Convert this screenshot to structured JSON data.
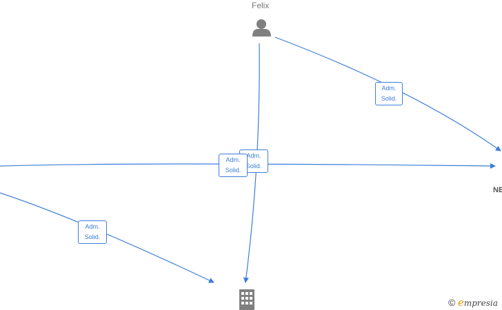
{
  "nodes": {
    "person_name": "Felix",
    "company_right_label": "NE"
  },
  "edges": {
    "a": {
      "line1": "Adm.",
      "line2": "Solid."
    },
    "b": {
      "line1": "Adm.",
      "line2": "Solid."
    },
    "c": {
      "line1": "Adm.",
      "line2": "Solid."
    },
    "d": {
      "line1": "Adm.",
      "line2": "Solid."
    }
  },
  "colors": {
    "edge": "#3b7dd8",
    "node": "#808080",
    "brand_accent": "#f29400"
  },
  "brand": {
    "copyright": "©",
    "initial": "e",
    "rest": "mpresia"
  }
}
